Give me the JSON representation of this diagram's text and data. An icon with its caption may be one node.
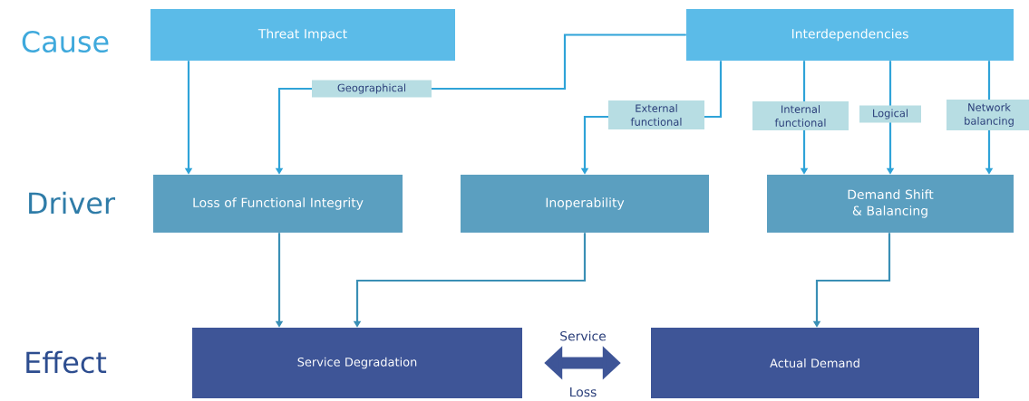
{
  "diagram": {
    "nodes": [
      {
        "text": [
          "Threat Impact"
        ]
      },
      {
        "text": [
          "Interdependencies"
        ]
      },
      {
        "text": [
          "Loss of Functional Integrity"
        ]
      },
      {
        "text": [
          "Inoperability"
        ]
      },
      {
        "text": [
          "Demand Shift & Balancing"
        ]
      },
      {
        "text": [
          "Service Degradation"
        ]
      },
      {
        "text": [
          "Actual Demand"
        ]
      }
    ],
    "edges": [
      {
        "from": 0,
        "to": 2,
        "arrow": "to"
      },
      {
        "from": 1,
        "to": 2,
        "arrow": "to",
        "label": "Geographical"
      },
      {
        "from": 1,
        "to": 3,
        "arrow": "to",
        "label": "External functional"
      },
      {
        "from": 1,
        "to": 4,
        "arrow": "to",
        "label": "Internal functional"
      },
      {
        "from": 1,
        "to": 4,
        "arrow": "to",
        "label": "Logical"
      },
      {
        "from": 1,
        "to": 4,
        "arrow": "to",
        "label": "Network balancing"
      },
      {
        "from": 2,
        "to": 5,
        "arrow": "to",
        "color": "#3a8fb5"
      },
      {
        "from": 3,
        "to": 5,
        "arrow": "to",
        "color": "#3a8fb5"
      },
      {
        "from": 4,
        "to": 6,
        "arrow": "to",
        "color": "#3a8fb5"
      },
      {
        "from": 5,
        "to": 6,
        "arrow": "both",
        "style": "thick",
        "color": "#3e5597",
        "label": "Service Loss"
      }
    ],
    "labels": [
      "Cause",
      "Driver",
      "Effect"
    ]
  }
}
